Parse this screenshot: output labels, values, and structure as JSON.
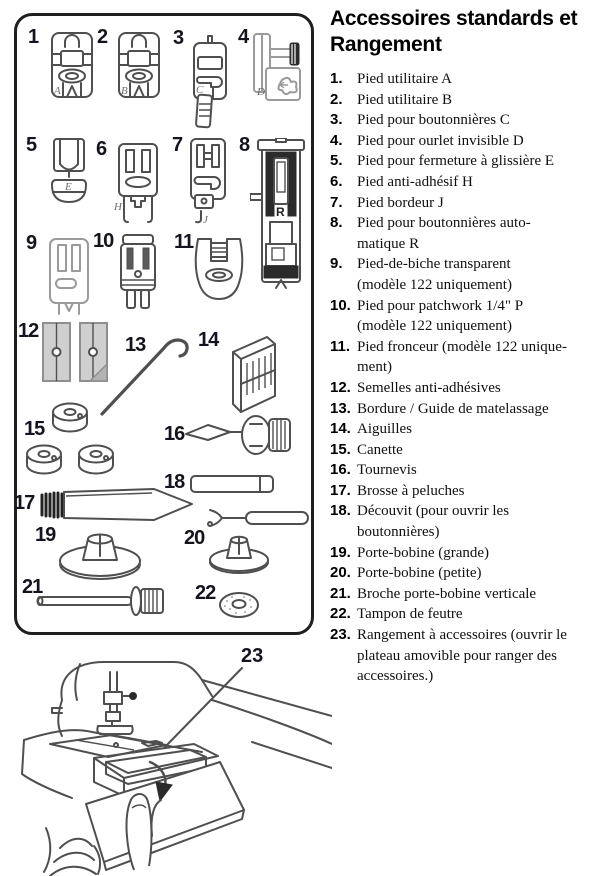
{
  "title": "Accessoires standards et\nRangement",
  "list": {
    "items": [
      {
        "num": "1.",
        "text": "Pied utilitaire A"
      },
      {
        "num": "2.",
        "text": "Pied utilitaire B"
      },
      {
        "num": "3.",
        "text": "Pied pour boutonnières C"
      },
      {
        "num": "4.",
        "text": "Pied pour ourlet invisible D"
      },
      {
        "num": "5.",
        "text": "Pied pour fermeture à glissière E"
      },
      {
        "num": "6.",
        "text": "Pied anti-adhésif H"
      },
      {
        "num": "7.",
        "text": "Pied bordeur J"
      },
      {
        "num": "8.",
        "text": "Pied pour boutonnières auto-\nmatique R"
      },
      {
        "num": "9.",
        "text": "Pied-de-biche transparent\n(modèle 122 uniquement)"
      },
      {
        "num": "10.",
        "text": "Pied pour patchwork 1/4\" P\n(modèle 122 uniquement)"
      },
      {
        "num": "11.",
        "text": "Pied fronceur (modèle 122 unique-\nment)"
      },
      {
        "num": "12.",
        "text": "Semelles anti-adhésives"
      },
      {
        "num": "13.",
        "text": "Bordure / Guide de matelassage"
      },
      {
        "num": "14.",
        "text": "Aiguilles"
      },
      {
        "num": "15.",
        "text": "Canette"
      },
      {
        "num": "16.",
        "text": "Tournevis"
      },
      {
        "num": "17.",
        "text": "Brosse à peluches"
      },
      {
        "num": "18.",
        "text": "Découvit (pour ouvrir les\nboutonnières)"
      },
      {
        "num": "19.",
        "text": "Porte-bobine (grande)"
      },
      {
        "num": "20.",
        "text": "Porte-bobine (petite)"
      },
      {
        "num": "21.",
        "text": "Broche porte-bobine verticale"
      },
      {
        "num": "22.",
        "text": "Tampon de feutre"
      },
      {
        "num": "23.",
        "text": "Rangement à accessoires (ouvrir le\nplateau amovible pour ranger des\naccessoires.)"
      }
    ]
  },
  "diagram": {
    "items": [
      {
        "num": "1",
        "letter": "A"
      },
      {
        "num": "2",
        "letter": "B"
      },
      {
        "num": "3",
        "letter": "C"
      },
      {
        "num": "4",
        "letter": "D"
      },
      {
        "num": "5",
        "letter": "E"
      },
      {
        "num": "6",
        "letter": "H"
      },
      {
        "num": "7",
        "letter": "J"
      },
      {
        "num": "8",
        "letter": "R"
      },
      {
        "num": "9"
      },
      {
        "num": "10"
      },
      {
        "num": "11"
      },
      {
        "num": "12"
      },
      {
        "num": "13"
      },
      {
        "num": "14"
      },
      {
        "num": "15"
      },
      {
        "num": "16"
      },
      {
        "num": "17"
      },
      {
        "num": "18"
      },
      {
        "num": "19"
      },
      {
        "num": "20"
      },
      {
        "num": "21"
      },
      {
        "num": "22"
      }
    ],
    "figure_label": "23"
  },
  "colors": {
    "line": "#4f4f4f",
    "number": "#14141e",
    "panel_border": "#1f1f1f",
    "light_fill": "#cfcfcf",
    "dark_fill": "#2b2b2b"
  }
}
